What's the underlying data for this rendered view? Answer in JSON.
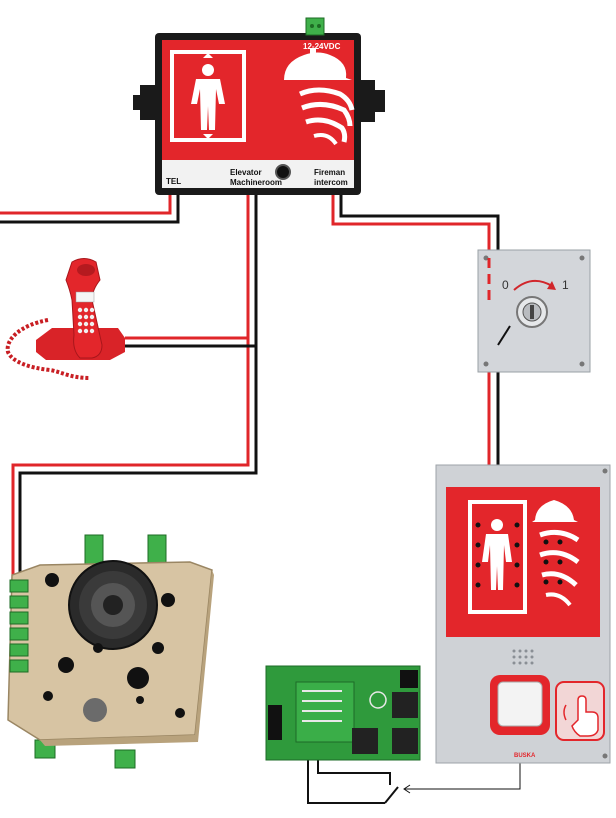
{
  "colors": {
    "wire_red": "#e0262a",
    "wire_black": "#111111",
    "sign_red": "#e3262b",
    "box_black": "#1a1a1a",
    "steel": "#cfd2d6",
    "pcb_green": "#2f9a3c",
    "speaker_board": "#d7c4a3",
    "terminal_green": "#3fb04a"
  },
  "controller": {
    "power_label": "12-24VDC",
    "tel_label": "TEL",
    "elevator_label_line1": "Elevator",
    "elevator_label_line2": "Machineroom",
    "fireman_label_line1": "Fireman",
    "fireman_label_line2": "intercom",
    "icons": [
      "person-in-elevator-icon",
      "firefighter-helmet-icon"
    ]
  },
  "key_switch": {
    "position_off": "0",
    "position_on": "1"
  },
  "fireman_panel": {
    "brand": "BUSKA",
    "icons": [
      "braille-elevator-icon",
      "braille-firefighter-icon",
      "push-button-icon",
      "touch-hand-icon"
    ]
  },
  "handset": {
    "icon": "red-telephone-handset-icon"
  },
  "speaker_module": {
    "icon": "loudspeaker-icon"
  },
  "pcb": {
    "icon": "circuit-board-icon"
  }
}
